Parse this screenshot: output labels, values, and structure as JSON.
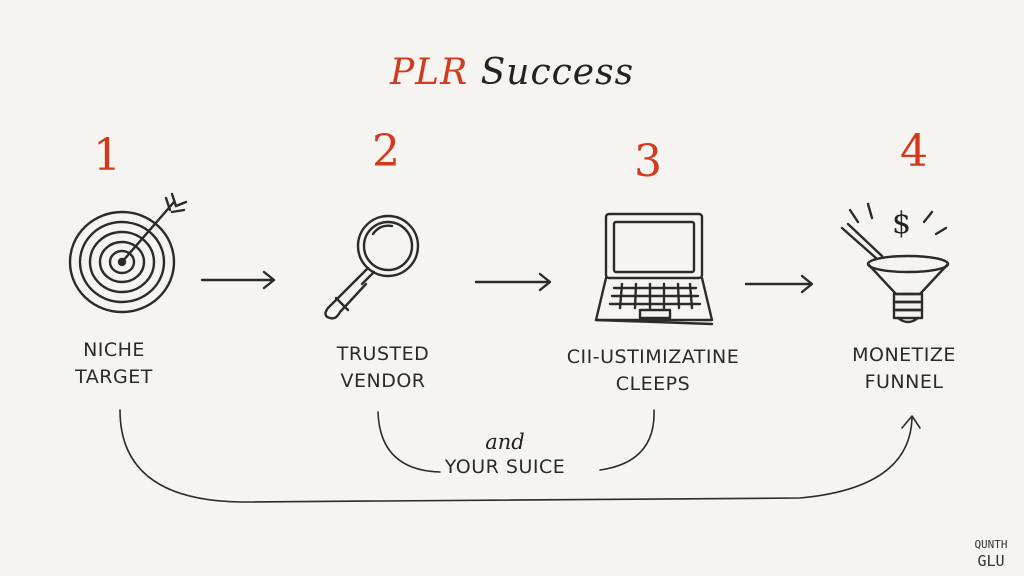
{
  "title": {
    "accent": "PLR",
    "rest": "Success"
  },
  "steps": [
    {
      "number": "1",
      "label_line1": "NICHE",
      "label_line2": "TARGET",
      "icon": "target-icon"
    },
    {
      "number": "2",
      "label_line1": "TRUSTED",
      "label_line2": "VENDOR",
      "icon": "magnifier-icon"
    },
    {
      "number": "3",
      "label_line1": "CII-USTIMIZATINE",
      "label_line2": "CLEEPS",
      "icon": "laptop-icon"
    },
    {
      "number": "4",
      "label_line1": "MONETIZE",
      "label_line2": "FUNNEL",
      "icon": "funnel-dollar-icon"
    }
  ],
  "connector": {
    "line1": "and",
    "line2": "YOUR SUICE"
  },
  "signature": {
    "line1": "QUNTH",
    "line2": "GLU"
  },
  "colors": {
    "accent": "#d23a1e",
    "ink": "#2b2b2b",
    "background": "#f6f4f0"
  }
}
